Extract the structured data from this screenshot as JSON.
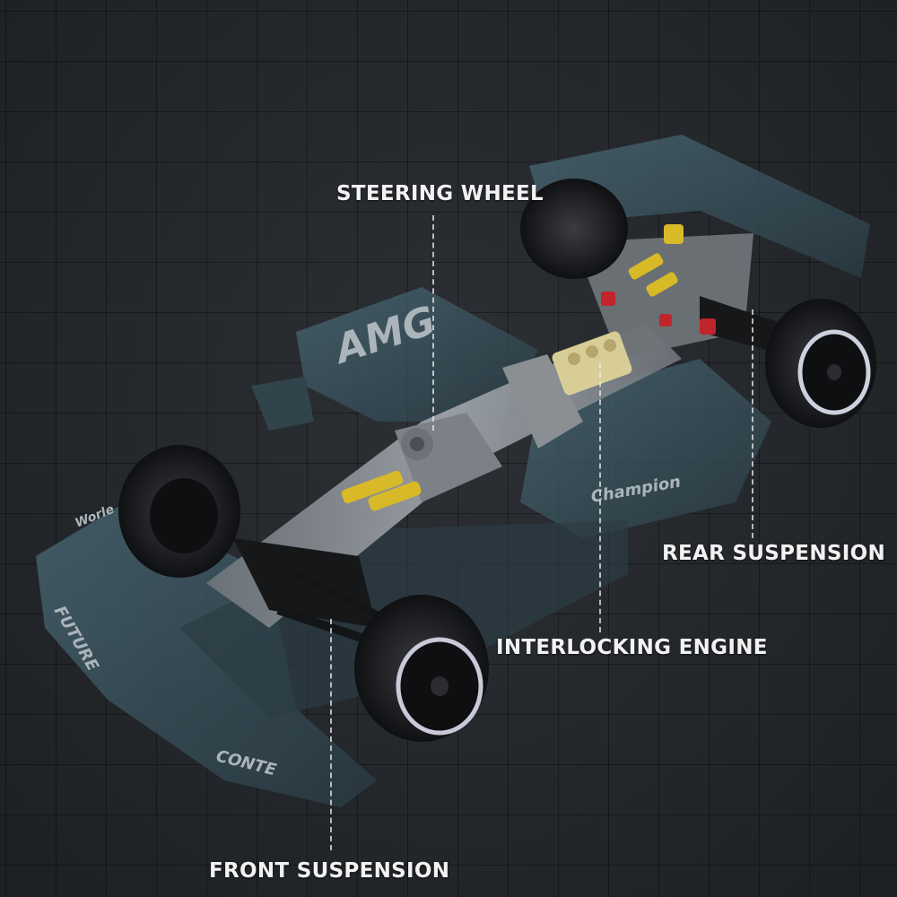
{
  "scene": {
    "subject": "Brick-built open-wheel race car model with exposed mechanical chassis",
    "background_color": "#24272b",
    "body_color": "#3e5a66",
    "frame_color": "#8a8f94",
    "accent_yellow": "#d8b927",
    "accent_red": "#c0242c",
    "tire_color": "#1a1b1d",
    "rim_color": "#0e0f10"
  },
  "callouts": {
    "steering_wheel": "STEERING WHEEL",
    "rear_suspension": "REAR SUSPENSION",
    "interlocking_engine": "INTERLOCKING ENGINE",
    "front_suspension": "FRONT SUSPENSION"
  },
  "livery": {
    "sidepod_text": "AMG",
    "nose_text": "Worle",
    "wing_text": "FUTURE",
    "floor_text": "CONTE",
    "tagline_text": "Champion"
  }
}
